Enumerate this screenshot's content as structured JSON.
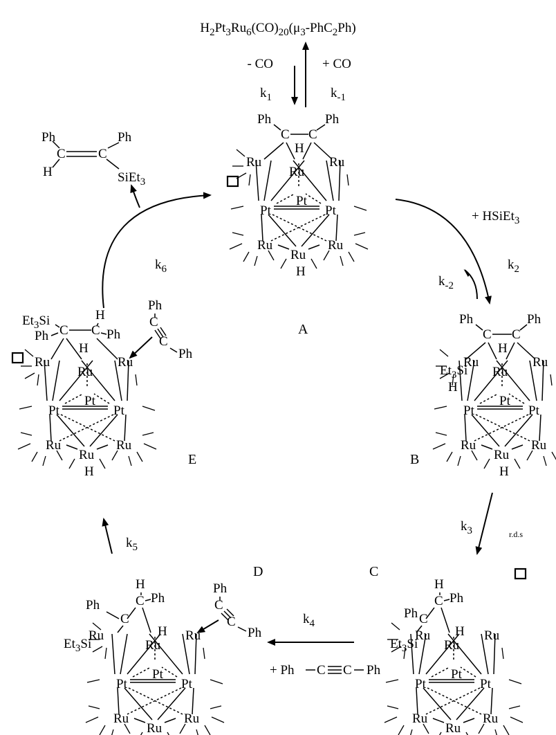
{
  "labels": {
    "A": "A",
    "B": "B",
    "C": "C",
    "D": "D",
    "E": "E",
    "k1": "k",
    "k1_sub": "1",
    "km1": "k",
    "km1_sub": "-1",
    "k2": "k",
    "k2_sub": "2",
    "km2": "k",
    "km2_sub": "-2",
    "k3": "k",
    "k3_sub": "3",
    "k4": "k",
    "k4_sub": "4",
    "k5": "k",
    "k5_sub": "5",
    "k6": "k",
    "k6_sub": "6",
    "rds": "r.d.s"
  },
  "reagents": {
    "minus_co": "- CO",
    "plus_co": "+ CO",
    "plus_hsiet3": "+ HSiEt",
    "plus_hsiet3_sub": "3",
    "plus_alkyne_1": "+ Ph",
    "plus_alkyne_2": "C",
    "plus_alkyne_3": "C",
    "plus_alkyne_4": "Ph"
  },
  "top_formula": [
    "H",
    "2",
    "Pt",
    "3",
    "Ru",
    "6",
    "(CO)",
    "20",
    "(μ",
    "3",
    "-PhC",
    "2",
    "Ph)"
  ],
  "product": {
    "ph1": "Ph",
    "ph2": "Ph",
    "h": "H",
    "c1": "C",
    "c2": "C",
    "si": "SiEt",
    "si_sub": "3"
  },
  "atoms": {
    "Ru": "Ru",
    "Pt": "Pt",
    "H": "H",
    "C": "C",
    "Ph": "Ph",
    "Et3Si": "Et",
    "Et3Si_sub": "3",
    "Et3Si_end": "Si"
  }
}
